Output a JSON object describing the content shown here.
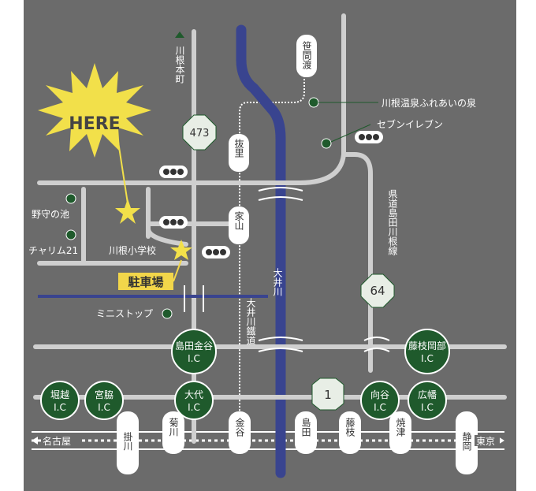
{
  "colors": {
    "background": "#6b6b6b",
    "road": "#cfcfcf",
    "river": "#39448f",
    "interchange": "#1f5a2c",
    "star": "#f2e04a",
    "parking": "#f2d64a",
    "route_shield": "#e8eee6"
  },
  "here": "HERE",
  "parking": "駐車場",
  "station_top": "川根本町",
  "places": {
    "onsen": "川根温泉ふれあいの泉",
    "seven": "セブンイレブン",
    "nomori": "野守の池",
    "charim": "チャリム21",
    "school": "川根小学校",
    "ministop": "ミニストップ"
  },
  "road_labels": {
    "sasamado": "笹間渡",
    "nukuri": "抜里",
    "ieyama": "家山",
    "prefroad": "県道島田川根線",
    "oigawa": "大井川",
    "oigawa_rail": "大井川鐵道"
  },
  "routes": [
    "473",
    "64",
    "1"
  ],
  "interchanges": [
    {
      "name": "島田金谷",
      "sub": "I.C"
    },
    {
      "name": "藤枝岡部",
      "sub": "I.C"
    },
    {
      "name": "堀越",
      "sub": "I.C"
    },
    {
      "name": "宮脇",
      "sub": "I.C"
    },
    {
      "name": "大代",
      "sub": "I.C"
    },
    {
      "name": "向谷",
      "sub": "I.C"
    },
    {
      "name": "広幡",
      "sub": "I.C"
    }
  ],
  "stations": [
    "掛川",
    "菊川",
    "金谷",
    "島田",
    "藤枝",
    "焼津",
    "静岡"
  ],
  "directions": {
    "west": "名古屋",
    "east": "東京"
  }
}
